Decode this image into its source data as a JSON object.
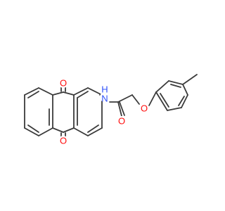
{
  "colors": {
    "bond": "#3a3a3a",
    "oxygen": "#ff0d0d",
    "nitrogen": "#2f50f8",
    "background": "#ffffff"
  },
  "atom_labels": {
    "oxygen_ketone_top": "O",
    "oxygen_ketone_bottom": "O",
    "nitrogen_amide": "N",
    "hydrogen_amide": "H",
    "oxygen_amide": "O",
    "oxygen_ether": "O"
  }
}
